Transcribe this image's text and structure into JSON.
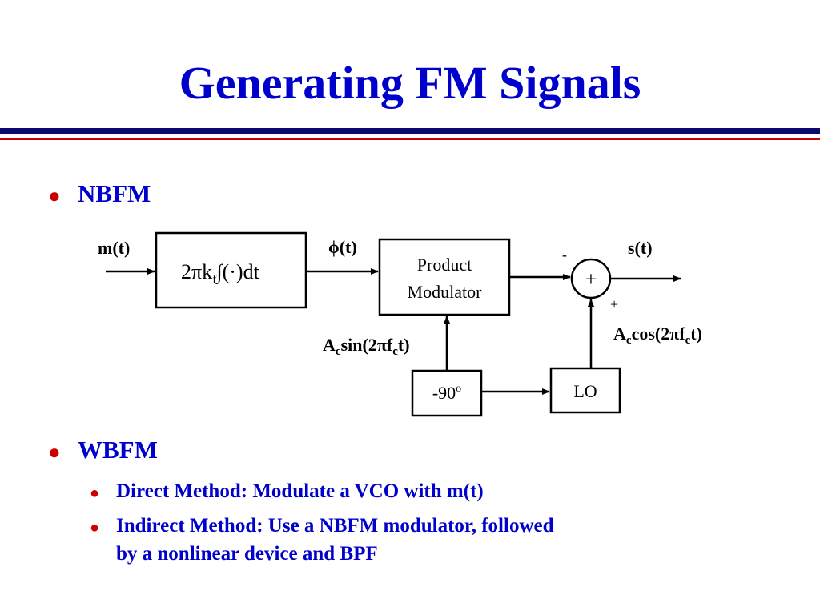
{
  "title": "Generating FM Signals",
  "bullets": {
    "nbfm": "NBFM",
    "wbfm": "WBFM",
    "sub1": "Direct Method: Modulate a VCO with m(t)",
    "sub2_line1": "Indirect Method: Use a NBFM modulator, followed",
    "sub2_line2": "by a nonlinear device and BPF",
    "bullet_glyph": "●"
  },
  "diagram": {
    "input_label": "m(t)",
    "integrator": {
      "prefix": "2",
      "pi": "π",
      "k": "k",
      "sub": "f",
      "body": "∫(·)dt"
    },
    "phi_label": {
      "phi": "ϕ",
      "rest": "(t)"
    },
    "product_modulator": {
      "line1": "Product",
      "line2": "Modulator"
    },
    "sum_symbol": "+",
    "minus_sign": "-",
    "plus_sign": "+",
    "output_label": "s(t)",
    "sin_label": {
      "A": "A",
      "c": "c",
      "mid": "sin(2",
      "pi": "π",
      "f": "f",
      "c2": "c",
      "end": "t)"
    },
    "cos_label": {
      "A": "A",
      "c": "c",
      "mid": "cos(2",
      "pi": "π",
      "f": "f",
      "c2": "c",
      "end": "t)"
    },
    "phase_shifter": {
      "value": "-90",
      "sup": "o"
    },
    "lo": "LO"
  },
  "colors": {
    "title": "#0000cc",
    "bullet_dot": "#cc0000",
    "rule_blue": "#0a0a6e",
    "rule_red": "#cc0000"
  }
}
